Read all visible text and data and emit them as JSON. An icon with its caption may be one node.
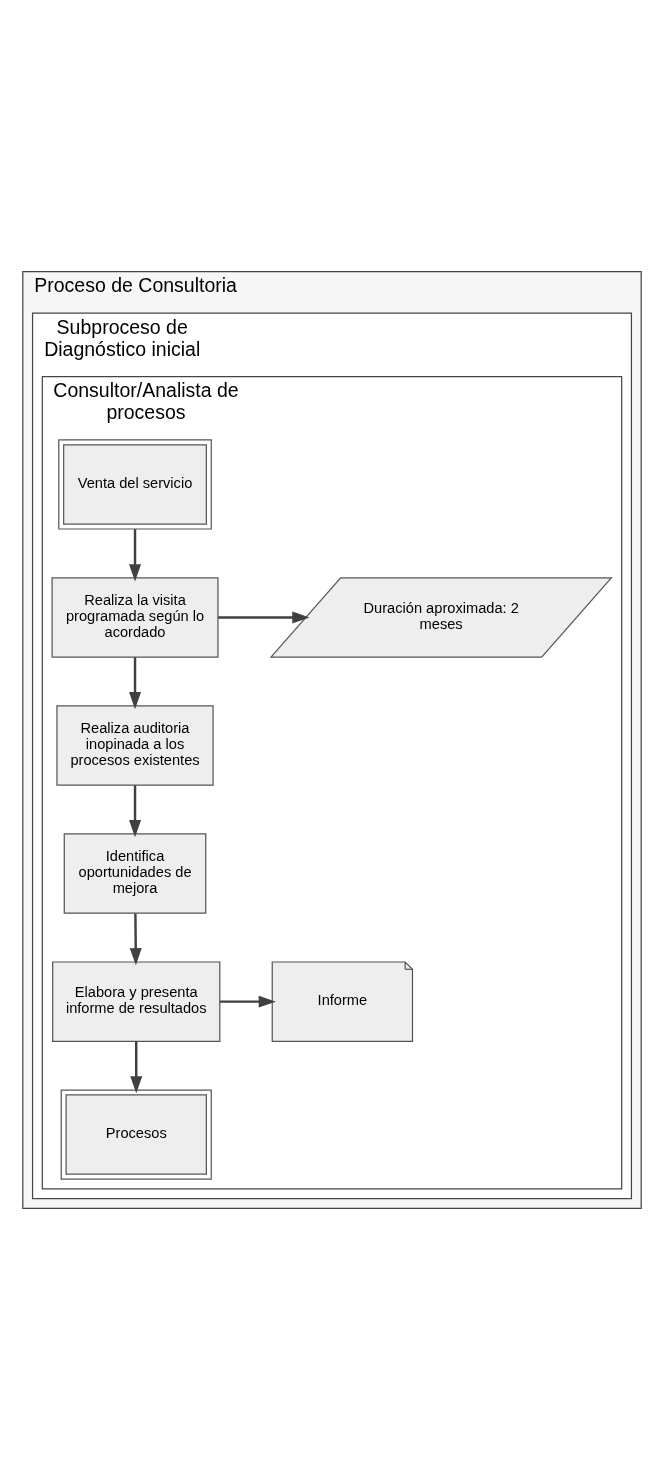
{
  "diagram": {
    "nodes": [
      {
        "text": [
          "Proceso de Consultoria"
        ]
      },
      {
        "text": [
          "Subproceso de Diagnóstico inicial"
        ],
        "in": 0
      },
      {
        "text": [
          "Consultor/Analista de procesos"
        ],
        "in": 1
      },
      {
        "text": [
          "Venta del servicio"
        ],
        "in": 2
      },
      {
        "text": [
          "Realiza la visita programada según lo acordado"
        ],
        "in": 2
      },
      {
        "text": [
          "Duración aproximada: 2 meses"
        ],
        "in": 2
      },
      {
        "text": [
          "Realiza auditoria inopinada a los procesos existentes"
        ],
        "in": 2
      },
      {
        "text": [
          "Identifica oportunidades de mejora"
        ],
        "in": 2
      },
      {
        "text": [
          "Elabora y presenta informe de resultados"
        ],
        "in": 2
      },
      {
        "text": [
          "Informe"
        ],
        "in": 2
      },
      {
        "text": [
          "Procesos"
        ],
        "in": 2
      }
    ],
    "edges": [
      {
        "from": 3,
        "to": 4,
        "arrow": "to"
      },
      {
        "from": 4,
        "to": 5,
        "arrow": "to"
      },
      {
        "from": 4,
        "to": 6,
        "arrow": "to"
      },
      {
        "from": 6,
        "to": 7,
        "arrow": "to"
      },
      {
        "from": 7,
        "to": 8,
        "arrow": "to"
      },
      {
        "from": 8,
        "to": 9,
        "arrow": "to"
      },
      {
        "from": 8,
        "to": 10,
        "arrow": "to"
      }
    ]
  }
}
